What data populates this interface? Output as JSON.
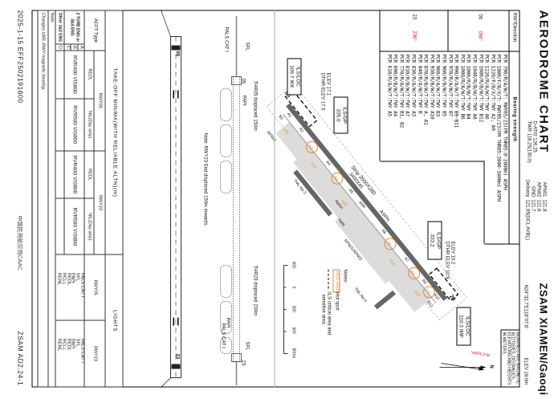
{
  "header": {
    "title": "AERODROME CHART",
    "freq_left": [
      "D-ATIS 126.25",
      "TWR 118.25(130.0)"
    ],
    "freq_right": [
      {
        "label": "APN01",
        "value": "121.8"
      },
      {
        "label": "APN02",
        "value": "121.6"
      },
      {
        "label": "GND",
        "value": "121.7"
      },
      {
        "label": "Delivery",
        "value": "121.95(DCL AVBL)"
      }
    ],
    "airport": "ZSAM  XIAMEN/Gaoqi",
    "coords": "N24°32.7'E118°07.6'",
    "elev": "ELEV 18.0m"
  },
  "bearing_table": {
    "col_rwy": "RWY",
    "col_direction": "Direction",
    "col_strength": "Bearing strength",
    "rows": [
      {
        "rwy": "05",
        "direction": "056°"
      },
      {
        "rwy": "23",
        "direction": "236°"
      }
    ],
    "pcr": [
      "PCR 790/R/A/W/T: RWY05/23(FM THR05:0-2800m) ASPH",
      "PCR 1880/F/B/X/T: RWY05/23(FM THR05:2800-3400m) ASPH",
      "PCR 1220/F/B/X/T:TWY A2, A9",
      "PCR 1220/R/A/W/T:TWY A6",
      "PCR 1080/R/B/W/T:TWY B12",
      "PCR 1040/R/B/W/T:TWY A8",
      "PCR 1000/R/B/W/T:TWY B4",
      "PCR 1000/R/A/W/T:TWY B6",
      "PCR 990/R/A/W/T:TWY B9-B11",
      "PCR 970/R/A/W/T:TWY B7",
      "PCR 960/R/B/W/T:TWY B5",
      "PCR 960/R/A/W/T:TWY B3",
      "PCR 930/R/B/W/T:TWY A10",
      "PCR 870/R/B/W/T:TWY A, A1",
      "PCR 840/R/A/W/T:TWY B",
      "PCR 830/R/A/W/T:TWY A3",
      "PCR 810/R/B/W/T:TWY A7",
      "PCR 770/R/A/W/T:TWY B1, B2",
      "PCR 690/R/B/W/T:TWY A4",
      "PCR 610/R/A/W/T:TWY A5"
    ]
  },
  "legend_box": [
    "BEARINGS ARE MAGNETIC.",
    "ALTITUDES, DISTANCES,",
    "ELEVATIONS AND HEIGHTS",
    "IN METERS."
  ],
  "north": {
    "label": "N",
    "variation": "VAR4.3°W"
  },
  "map": {
    "ils_loc_23": {
      "title": "ILS/LOC",
      "value": "110.3 IMF"
    },
    "ils_gp_23": {
      "title": "ILS/GP",
      "value": "333.2"
    },
    "elev_23": [
      "ELEV 10.2",
      "DTHR ELEV 10.9"
    ],
    "ils_gp_05": {
      "title": "ILS/GP",
      "value": "335.0"
    },
    "elev_05": [
      "ELEV 17.1",
      "DTHR ELEV 17.5"
    ],
    "ils_loc_05": {
      "title": "ILS/LOC",
      "value": "109.7 IKK"
    },
    "rwy_05": "05",
    "rwy_23": "23",
    "strip": "Strip 3500X280",
    "runway_size": "3400X45",
    "surface": "ASPH",
    "arp": "ARP",
    "apron": "Apron",
    "twr": "TWR",
    "apn01": "APN01",
    "apn01_02": "APN01/APN02",
    "tml3": "TML No.3",
    "tml4": "TML No.4",
    "twy_labels": [
      "A1",
      "A2",
      "A3",
      "A4",
      "A5",
      "A6",
      "A7",
      "A8",
      "A9",
      "A10",
      "B1",
      "B12"
    ],
    "hotspot_circles": [
      "B2",
      "B4",
      "B6",
      "B9",
      "B11"
    ],
    "hotspot_labels": [
      "HS1",
      "HS2",
      "HS3",
      "HS4",
      "HS5"
    ],
    "colors": {
      "hotspot": "#e8892a",
      "runway": "#666666",
      "apron": "#dddddd",
      "variation": "#c8102e"
    }
  },
  "notes": {
    "title": "Notes:",
    "hotspot_symbol": "HS1-HS5",
    "hotspot_text": ":Hot spot",
    "ils_text_1": ":ILS critical area and",
    "ils_text_2": "sensitive area."
  },
  "scale": {
    "ticks": [
      "300",
      "0",
      "300",
      "600",
      "900m"
    ]
  },
  "lighting": {
    "sfl": "SFL",
    "pals": "PALS  CAT  I",
    "papi": "PAPI",
    "thr05": "THR05  displaced  150m",
    "thr23": "THR23  displaced  200m",
    "note": "Note: RWY23 End displaced 150m inwards.",
    "rwy05": "05",
    "rwy23": "23"
  },
  "minima": {
    "title": "TAKE-OFF MINIMA(WITH RELIABLE ALTN)(m)",
    "lights_title": "LIGHTS",
    "acft_type": "ACFT Type",
    "rwy05": "RWY05",
    "rwy23": "RWY23",
    "redl": "REDL",
    "nil": "NIL(Day only)",
    "group1": "2 TURB ENG or 3&4 ENG",
    "group2": "Other 1&2 ENG",
    "cats": [
      "A",
      "B",
      "C",
      "D"
    ],
    "values": [
      "RVR400 VIS800",
      "RVR500 VIS800",
      "RVR400 VIS800",
      "RVR500 VIS800"
    ],
    "lights_rwy05": [
      "PALS  CAT  I",
      "SFL",
      "PAPI",
      "REDL",
      "RCLL",
      "RENL"
    ],
    "lights_rwy23": [
      "PALS  CAT  I",
      "SFL",
      "PAPI",
      "REDL",
      "RCLL",
      "RENL"
    ],
    "note_label": "Note:",
    "changes": "Changes:VAR, RWY magnetic bearing."
  },
  "footer": {
    "date": "2025-1-15  EFF2502191600",
    "authority": "中国民用航空局CAAC",
    "page": "ZSAM  AD2.24-1"
  }
}
